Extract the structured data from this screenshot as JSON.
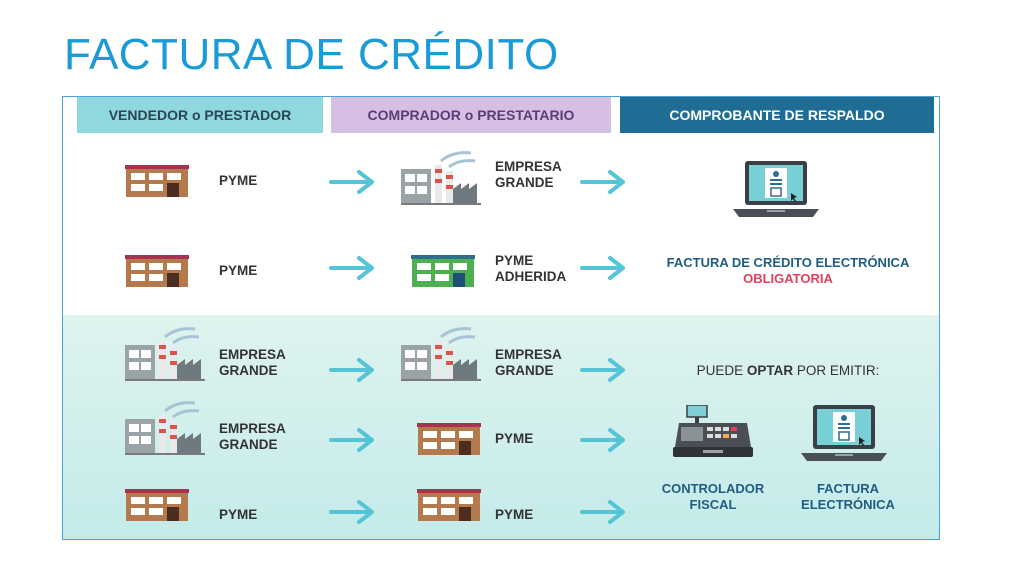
{
  "title": "FACTURA DE CRÉDITO",
  "headers": {
    "seller": "VENDEDOR o PRESTADOR",
    "buyer": "COMPRADOR o PRESTATARIO",
    "voucher": "COMPROBANTE DE RESPALDO"
  },
  "rows": [
    {
      "seller_line1": "PYME",
      "seller_line2": "",
      "buyer_line1": "EMPRESA",
      "buyer_line2": "GRANDE"
    },
    {
      "seller_line1": "PYME",
      "seller_line2": "",
      "buyer_line1": "PYME",
      "buyer_line2": "ADHERIDA"
    },
    {
      "seller_line1": "EMPRESA",
      "seller_line2": "GRANDE",
      "buyer_line1": "EMPRESA",
      "buyer_line2": "GRANDE"
    },
    {
      "seller_line1": "EMPRESA",
      "seller_line2": "GRANDE",
      "buyer_line1": "PYME",
      "buyer_line2": ""
    },
    {
      "seller_line1": "PYME",
      "seller_line2": "",
      "buyer_line1": "PYME",
      "buyer_line2": ""
    }
  ],
  "top_result": {
    "line1": "FACTURA DE CRÉDITO ELECTRÓNICA",
    "line2": "OBLIGATORIA"
  },
  "bottom_result": {
    "intro_pre": "PUEDE ",
    "intro_bold": "OPTAR",
    "intro_post": " POR EMITIR:",
    "option1_line1": "CONTROLADOR",
    "option1_line2": "FISCAL",
    "option2_line1": "FACTURA",
    "option2_line2": "ELECTRÓNICA"
  },
  "colors": {
    "title": "#1a9bd7",
    "arrow": "#55c4d6",
    "accent_red": "#e4405a",
    "dark_blue": "#1f6d95"
  },
  "icons": [
    "pyme-building-icon",
    "factory-icon",
    "pyme-green-building-icon",
    "laptop-invoice-icon",
    "cash-register-icon",
    "arrow-right-icon"
  ]
}
